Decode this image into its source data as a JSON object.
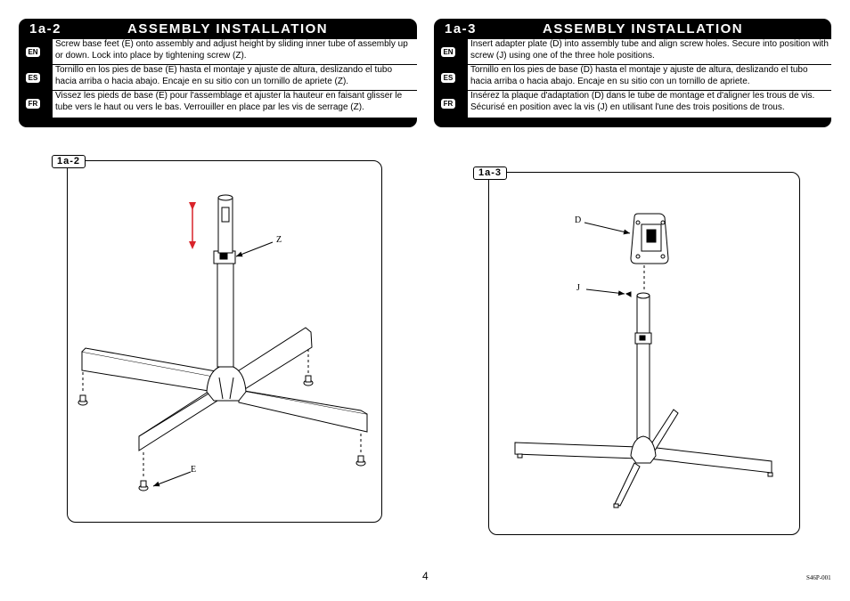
{
  "left_panel": {
    "step": "1a-2",
    "title": "ASSEMBLY INSTALLATION",
    "lang_en": "EN",
    "lang_es": "ES",
    "lang_fr": "FR",
    "text_en": "Screw base feet (E) onto assembly and adjust height by sliding inner tube of assembly up or down.  Lock into place by tightening screw (Z).",
    "text_es": "Tornillo en los pies de base (E) hasta el montaje y ajuste de altura, deslizando el tubo hacia arriba o hacia abajo. Encaje en su sitio con un tornillo de apriete (Z).",
    "text_fr": "Vissez les pieds de base (E) pour l'assemblage et ajuster la hauteur en faisant glisser le tube vers le haut ou vers le bas. Verrouiller en place par les vis de serrage (Z)."
  },
  "right_panel": {
    "step": "1a-3",
    "title": "ASSEMBLY INSTALLATION",
    "lang_en": "EN",
    "lang_es": "ES",
    "lang_fr": "FR",
    "text_en": "Insert adapter plate (D) into assembly tube and align screw holes.  Secure into position with screw (J) using one of the three hole positions.",
    "text_es": "Tornillo en los pies de base (D) hasta el montaje y ajuste de altura, deslizando el tubo hacia arriba o hacia abajo. Encaje en su sitio con un tornillo de apriete.",
    "text_fr": "Insérez la plaque d'adaptation (D) dans le tube de montage et d'aligner les trous de vis. Sécurisé en position avec la vis (J) en utilisant l'une des trois positions de trous."
  },
  "figure_left": {
    "tag": "1a-2",
    "callout_z": "Z",
    "callout_e": "E"
  },
  "figure_right": {
    "tag": "1a-3",
    "callout_d": "D",
    "callout_j": "J"
  },
  "footer": {
    "page_number": "4",
    "doc_code": "S46P-001"
  },
  "colors": {
    "arrow": "#d9232a",
    "panel_bg": "#000000"
  }
}
